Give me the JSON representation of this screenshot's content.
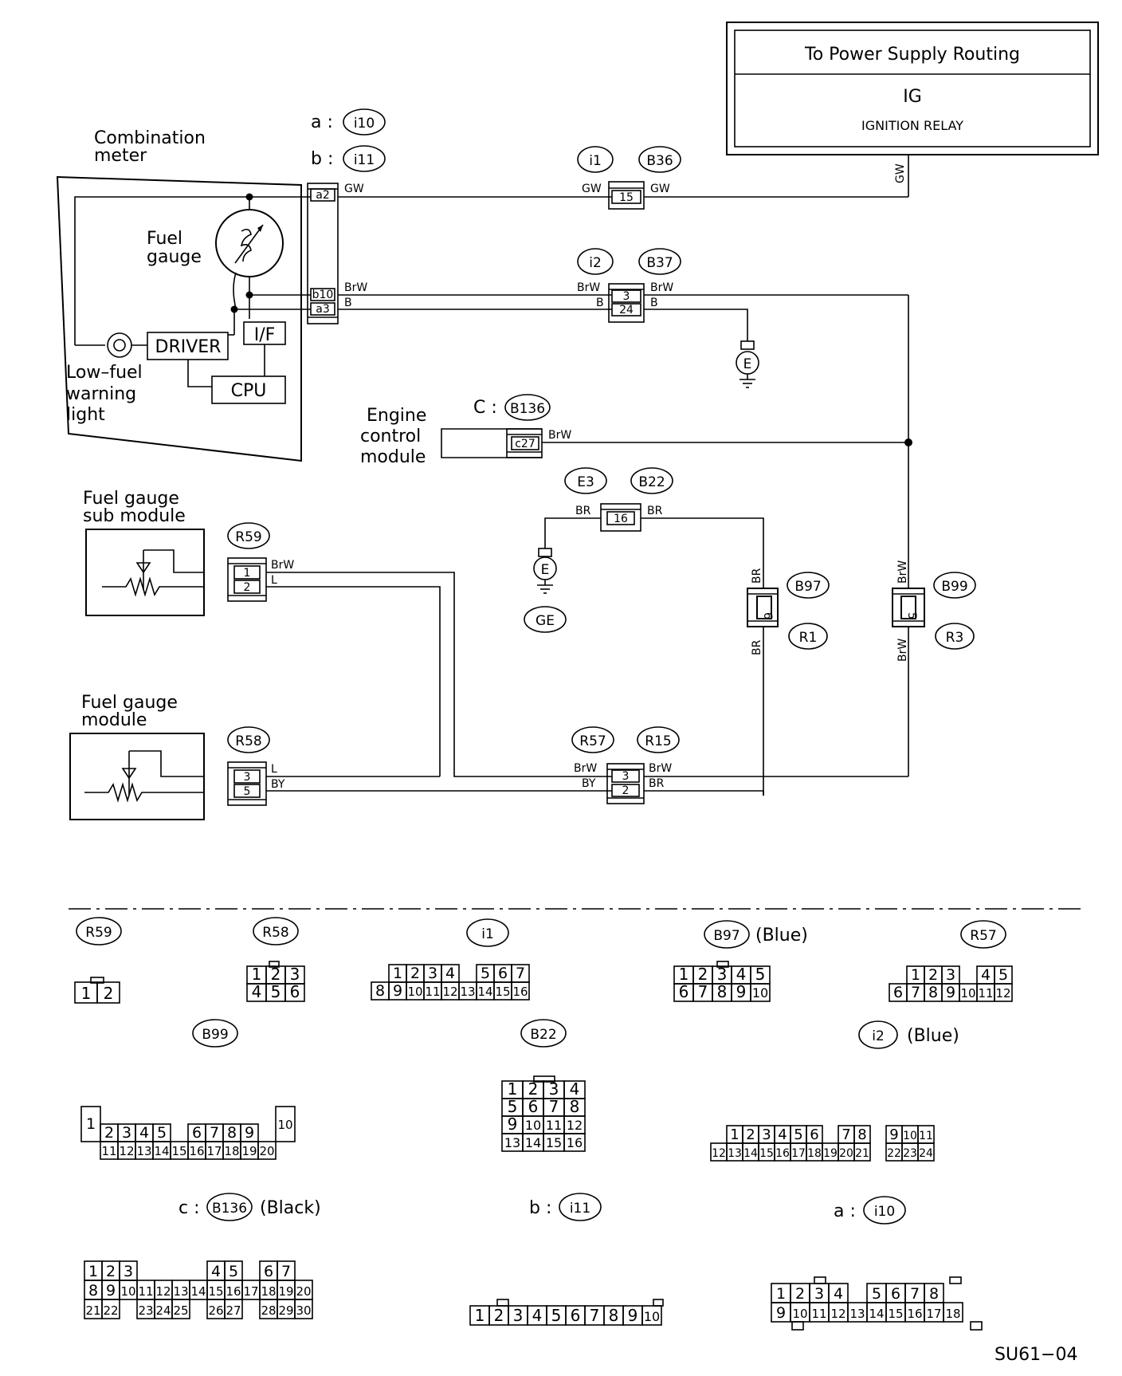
{
  "power_box": {
    "title": "To Power Supply Routing",
    "line1": "IG",
    "line2": "IGNITION RELAY"
  },
  "labels": {
    "combination_meter": [
      "Combination",
      "meter"
    ],
    "fuel_gauge": [
      "Fuel",
      "gauge"
    ],
    "driver": "DRIVER",
    "if": "I/F",
    "cpu": "CPU",
    "low_fuel": [
      "Low–fuel",
      "warning",
      "light"
    ],
    "engine_control_module": [
      "Engine",
      "control",
      "module"
    ],
    "fuel_gauge_sub_module": [
      "Fuel gauge",
      "sub module"
    ],
    "fuel_gauge_module": [
      "Fuel gauge",
      "module"
    ],
    "ground_e": "E",
    "ge": "GE",
    "code": "SU61−04"
  },
  "connector_refs": {
    "a": {
      "prefix": "a :",
      "id": "i10"
    },
    "b": {
      "prefix": "b :",
      "id": "i11"
    },
    "c": {
      "prefix": "C :",
      "id": "B136"
    }
  },
  "connector_ids": {
    "i1": "i1",
    "B36": "B36",
    "i2": "i2",
    "B37": "B37",
    "E3": "E3",
    "B22": "B22",
    "R59": "R59",
    "R58": "R58",
    "B97": "B97",
    "R1": "R1",
    "B99": "B99",
    "R3": "R3",
    "R57": "R57",
    "R15": "R15"
  },
  "pins": {
    "a2": "a2",
    "b10": "b10",
    "a3": "a3",
    "c27": "c27",
    "p15": "15",
    "p3": "3",
    "p24": "24",
    "p16": "16",
    "p6": "6",
    "p5": "5",
    "r59_1": "1",
    "r59_2": "2",
    "r58_3": "3",
    "r58_5": "5",
    "r57_3": "3",
    "r57_2": "2"
  },
  "wires": {
    "GW": "GW",
    "BrW": "BrW",
    "B": "B",
    "BR": "BR",
    "L": "L",
    "BY": "BY"
  },
  "legend": {
    "R59": {
      "id": "R59"
    },
    "R58": {
      "id": "R58"
    },
    "i1": {
      "id": "i1"
    },
    "B97": {
      "id": "B97",
      "color": "(Blue)"
    },
    "R57": {
      "id": "R57"
    },
    "B99": {
      "id": "B99"
    },
    "B22": {
      "id": "B22"
    },
    "i2": {
      "id": "i2",
      "color": "(Blue)"
    },
    "B136": {
      "prefix": "c :",
      "id": "B136",
      "color": "(Black)"
    },
    "i11": {
      "prefix": "b :",
      "id": "i11"
    },
    "i10": {
      "prefix": "a :",
      "id": "i10"
    }
  },
  "legend_grids": {
    "R59": [
      [
        "1",
        "2"
      ]
    ],
    "R58": [
      [
        "1",
        "2",
        "3"
      ],
      [
        "4",
        "5",
        "6"
      ]
    ],
    "i1": [
      [
        "1",
        "2",
        "3",
        "4",
        "",
        "5",
        "6",
        "7"
      ],
      [
        "8",
        "9",
        "10",
        "11",
        "12",
        "13",
        "14",
        "15",
        "16"
      ]
    ],
    "B97": [
      [
        "1",
        "2",
        "3",
        "4",
        "5"
      ],
      [
        "6",
        "7",
        "8",
        "9",
        "10"
      ]
    ],
    "R57": [
      [
        "1",
        "2",
        "3",
        "",
        "4",
        "5"
      ],
      [
        "6",
        "7",
        "8",
        "9",
        "10",
        "11",
        "12"
      ]
    ],
    "B99": [
      [
        "2",
        "3",
        "4",
        "5",
        "",
        "6",
        "7",
        "8",
        "9"
      ],
      [
        "11",
        "12",
        "13",
        "14",
        "15",
        "16",
        "17",
        "18",
        "19",
        "20"
      ]
    ],
    "B99_ends": [
      "1",
      "10"
    ],
    "B22": [
      [
        "1",
        "2",
        "3",
        "4"
      ],
      [
        "5",
        "6",
        "7",
        "8"
      ],
      [
        "9",
        "10",
        "11",
        "12"
      ],
      [
        "13",
        "14",
        "15",
        "16"
      ]
    ],
    "i2": [
      [
        "1",
        "2",
        "3",
        "4",
        "5",
        "6",
        "",
        "7",
        "8",
        "",
        "9",
        "10",
        "11"
      ],
      [
        "12",
        "13",
        "14",
        "15",
        "16",
        "17",
        "18",
        "19",
        "20",
        "21",
        "",
        "22",
        "23",
        "24"
      ]
    ],
    "B136": [
      [
        "1",
        "2",
        "3",
        "",
        "",
        "",
        "",
        "4",
        "5",
        "",
        "6",
        "7"
      ],
      [
        "8",
        "9",
        "10",
        "11",
        "12",
        "13",
        "14",
        "15",
        "16",
        "17",
        "18",
        "19",
        "20"
      ],
      [
        "21",
        "22",
        "",
        "23",
        "24",
        "25",
        "",
        "26",
        "27",
        "",
        "28",
        "29",
        "30"
      ]
    ],
    "i11": [
      [
        "1",
        "2",
        "3",
        "4",
        "5",
        "6",
        "7",
        "8",
        "9",
        "10"
      ]
    ],
    "i10": [
      [
        "1",
        "2",
        "3",
        "4",
        "",
        "5",
        "6",
        "7",
        "8"
      ],
      [
        "9",
        "10",
        "11",
        "12",
        "13",
        "14",
        "15",
        "16",
        "17",
        "18"
      ]
    ]
  }
}
